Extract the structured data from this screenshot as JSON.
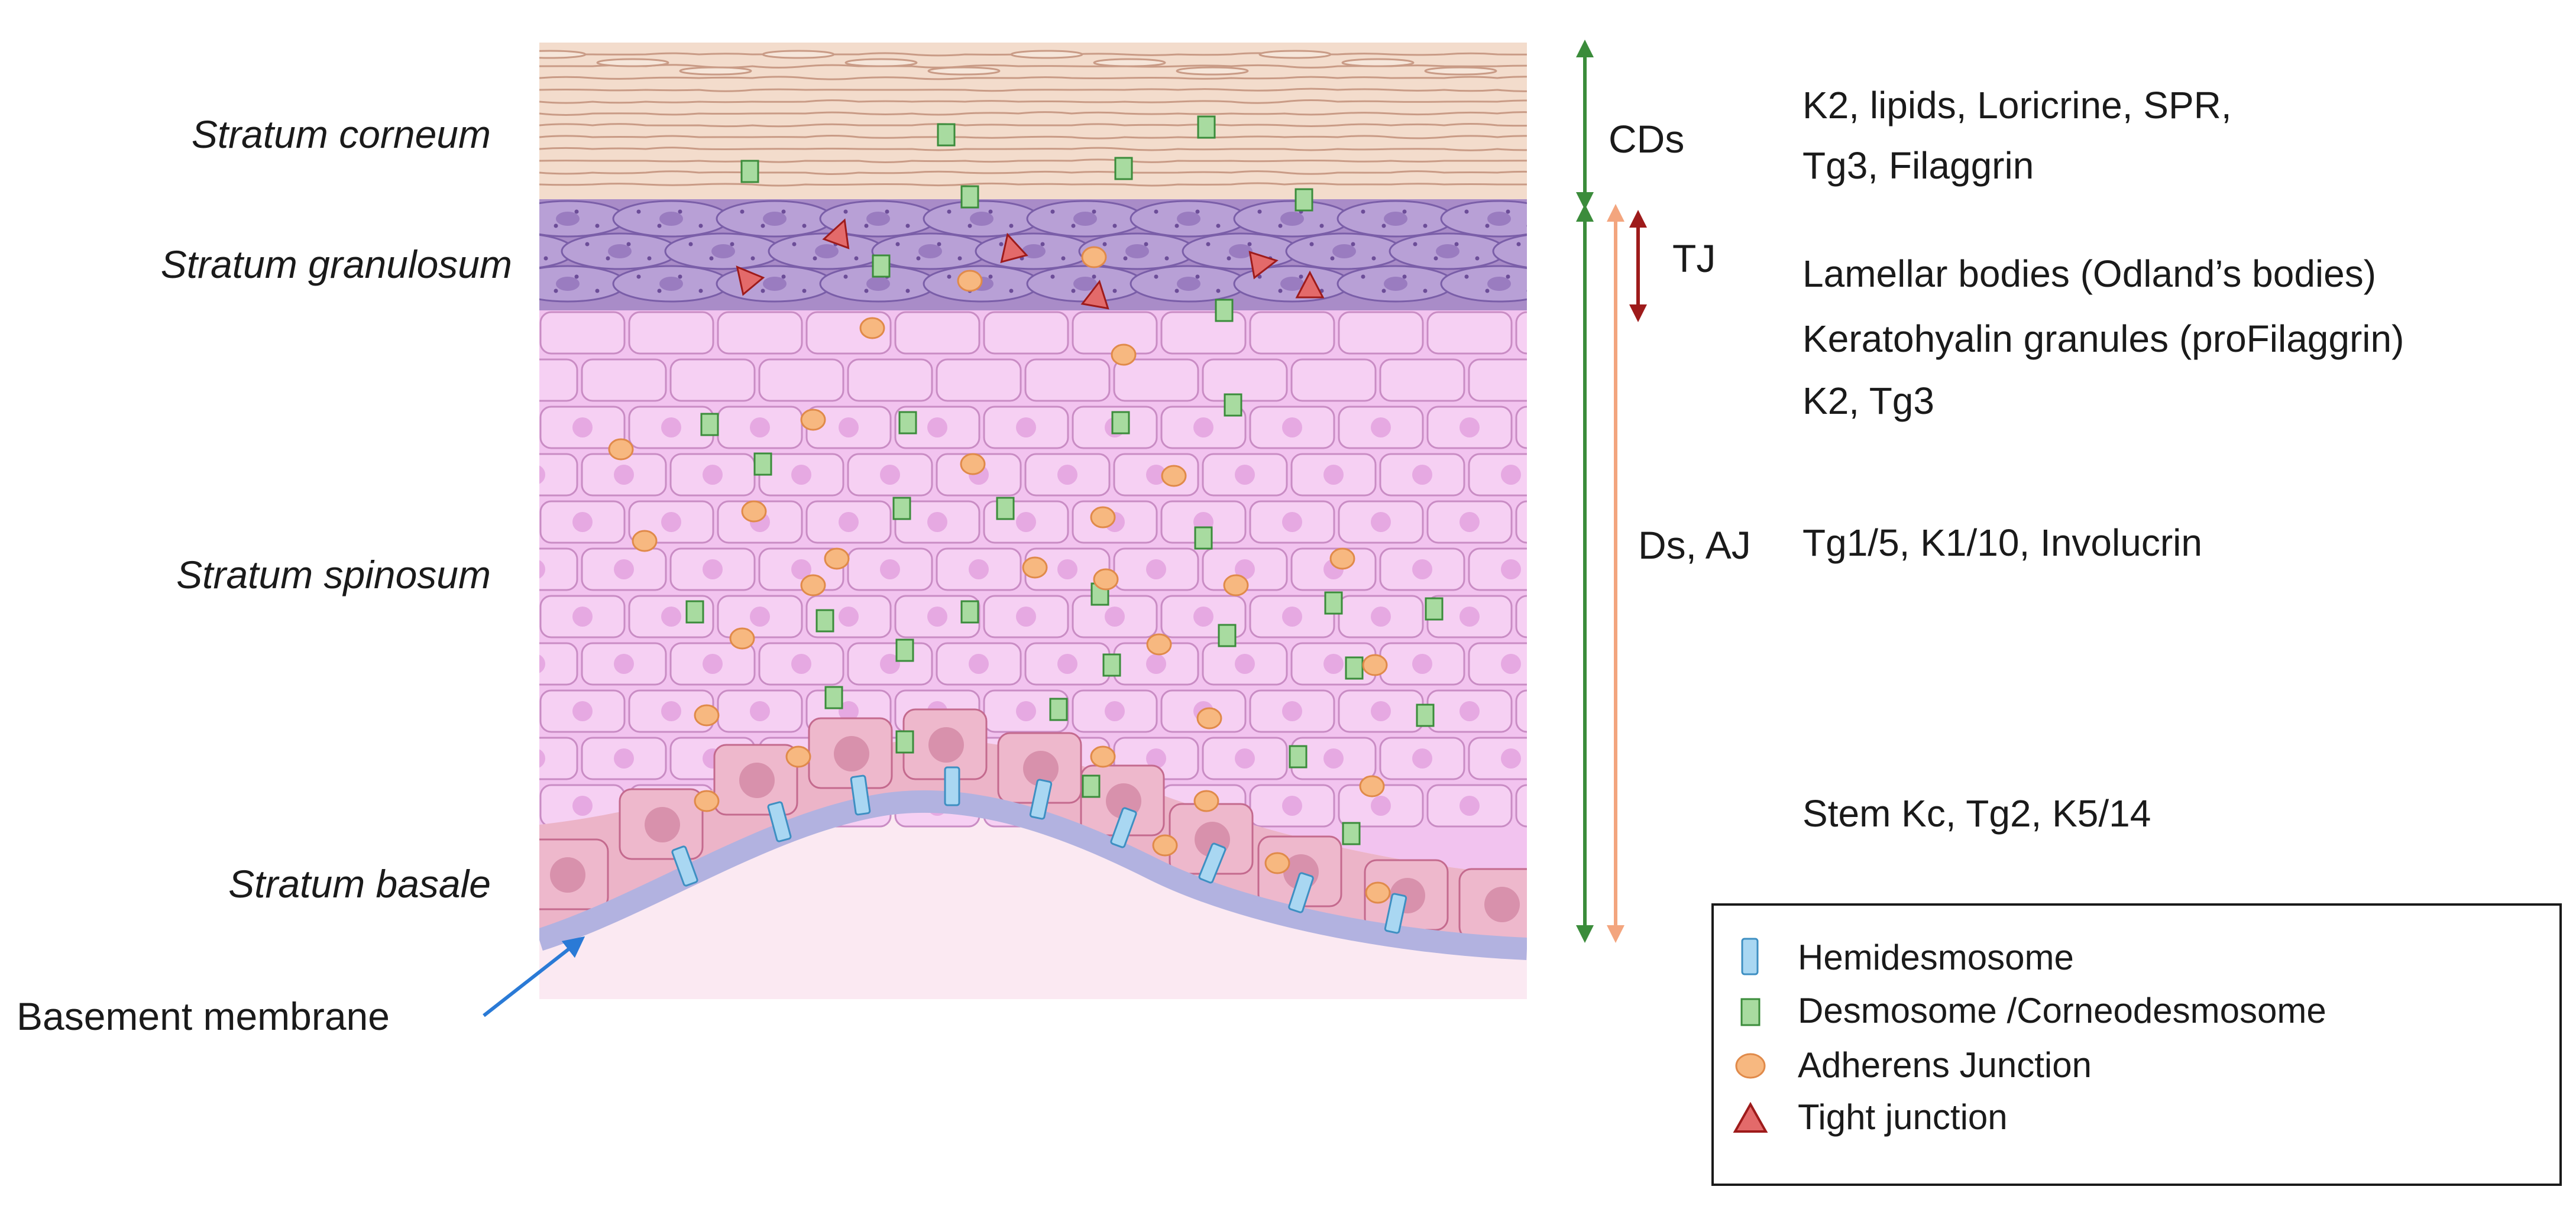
{
  "layers": {
    "corneum": "Stratum corneum",
    "granulosum": "Stratum granulosum",
    "spinosum": "Stratum spinosum",
    "basale": "Stratum basale"
  },
  "basement_membrane": "Basement membrane",
  "brackets": {
    "cds": "CDs",
    "tj": "TJ",
    "ds_aj": "Ds, AJ"
  },
  "markers": {
    "corneum_line1": "K2, lipids, Loricrine, SPR,",
    "corneum_line2": "Tg3, Filaggrin",
    "granulosum_line1": "Lamellar bodies (Odland’s bodies)",
    "granulosum_line2": "Keratohyalin granules (proFilaggrin)",
    "granulosum_line3": "K2, Tg3",
    "spinosum": "Tg1/5, K1/10, Involucrin",
    "basale": "Stem Kc, Tg2, K5/14"
  },
  "legend": {
    "hemidesmosome": "Hemidesmosome",
    "desmosome": "Desmosome /Corneodesmosome",
    "adherens": "Adherens Junction",
    "tight": "Tight junction"
  },
  "colors": {
    "corneum": "#f3dccc",
    "granulosum": "#a98cc8",
    "spinosum": "#f2c3ef",
    "basale": "#ecb4c8",
    "basement": "#b2b2e0",
    "hemidesmosome": "#a9d7f2",
    "desmosome": "#a8dba0",
    "adherens": "#f7b880",
    "tight": "#d63a3a",
    "green_arrow": "#3b8c3b",
    "orange_arrow": "#f3a57e",
    "red_arrow": "#9e1b1b",
    "blue_arrow": "#2a7ad6"
  }
}
